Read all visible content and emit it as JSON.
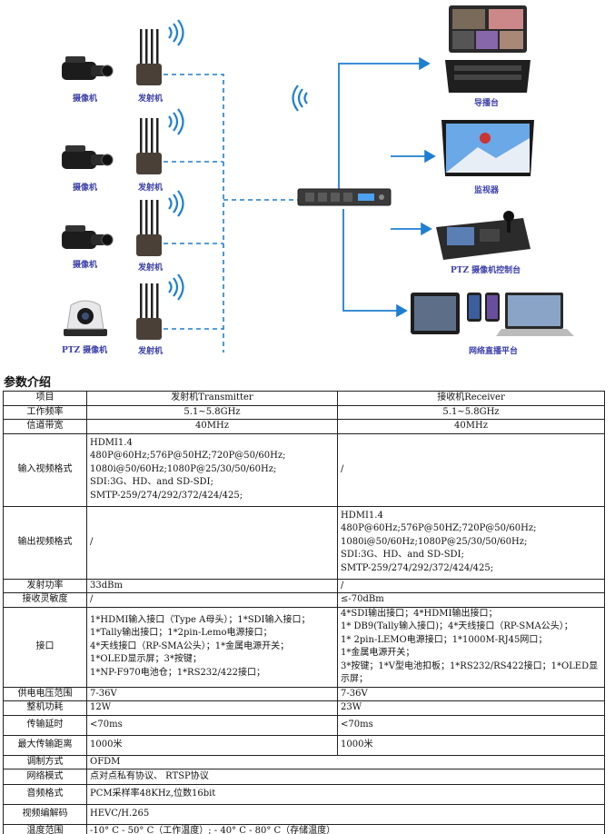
{
  "diagram": {
    "labels": {
      "camera1": "摄像机",
      "camera2": "摄像机",
      "camera3": "摄像机",
      "ptz_camera": "PTZ 摄像机",
      "tx1": "发射机",
      "tx2": "发射机",
      "tx3": "发射机",
      "tx4": "发射机",
      "switcher": "导播台",
      "monitor": "监视器",
      "ptz_controller": "PTZ 摄像机控制台",
      "streaming": "网络直播平台"
    },
    "colors": {
      "link": "#1e7fd1",
      "label": "#3b3fa8"
    }
  },
  "section_title": "参数介绍",
  "table": {
    "header": {
      "item": "项目",
      "tx": "发射机Transmitter",
      "rx": "接收机Receiver"
    },
    "rows": [
      {
        "label": "工作频率",
        "tx": "5.1~5.8GHz",
        "rx": "5.1~5.8GHz"
      },
      {
        "label": "信道带宽",
        "tx": "40MHz",
        "rx": "40MHz"
      },
      {
        "label": "输入视频格式",
        "tx": [
          "HDMI1.4",
          "480P@60Hz;576P@50HZ;720P@50/60Hz;",
          "1080i@50/60Hz;1080P@25/30/50/60Hz;",
          "SDI:3G、HD、and SD-SDI;",
          "SMTP-259/274/292/372/424/425;"
        ],
        "rx": "/"
      },
      {
        "label": "输出视频格式",
        "tx": "/",
        "rx": [
          "HDMI1.4",
          "480P@60Hz;576P@50HZ;720P@50/60Hz;",
          "1080i@50/60Hz;1080P@25/30/50/60Hz;",
          "SDI:3G、HD、and SD-SDI;",
          "SMTP-259/274/292/372/424/425;"
        ]
      },
      {
        "label": "发射功率",
        "tx": "33dBm",
        "rx": "/"
      },
      {
        "label": "接收灵敏度",
        "tx": "/",
        "rx": "≤-70dBm"
      },
      {
        "label": "接口",
        "tx": [
          "1*HDMI输入接口（Type A母头）；1*SDI输入接口；",
          "1*Tally输出接口；1*2pin-Lemo电源接口；",
          "4*天线接口（RP-SMA公头）；1*金属电源开关；",
          "1*OLED显示屏；3*按键；",
          "1*NP-F970电池仓；1*RS232/422接口；"
        ],
        "rx": [
          "4*SDI输出接口；4*HDMI输出接口；",
          "1* DB9(Tally输入接口)；4*天线接口（RP-SMA公头）；",
          "1* 2pin-LEMO电源接口；1*1000M-RJ45网口；",
          "1*金属电源开关；",
          "3*按键；1*V型电池扣板；1*RS232/RS422接口；1*OLED显示屏；"
        ]
      },
      {
        "label": "供电电压范围",
        "tx": "7-36V",
        "rx": "7-36V"
      },
      {
        "label": "整机功耗",
        "tx": "12W",
        "rx": "23W"
      },
      {
        "label": "传输延时",
        "tx": "<70ms",
        "rx": "<70ms"
      },
      {
        "label": "最大传输距离",
        "tx": "1000米",
        "rx": "1000米"
      }
    ],
    "shared_rows": [
      {
        "label": "调制方式",
        "value": "OFDM"
      },
      {
        "label": "网络模式",
        "value": "点对点私有协议、 RTSP协议"
      },
      {
        "label": "音频格式",
        "value": "PCM采样率48KHz,位数16bit"
      },
      {
        "label": "视频编解码",
        "value": "HEVC/H.265"
      },
      {
        "label": "温度范围",
        "value": "-10° C - 50° C（工作温度）; - 40° C - 80° C（存储温度）"
      }
    ]
  }
}
